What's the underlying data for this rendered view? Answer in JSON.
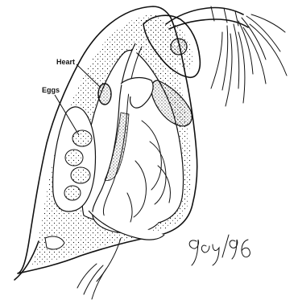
{
  "labels": {
    "heart": "Heart",
    "eggs": "Eggs"
  },
  "signature": "9cy/96",
  "colors": {
    "ink": "#111111",
    "paper": "#ffffff"
  }
}
